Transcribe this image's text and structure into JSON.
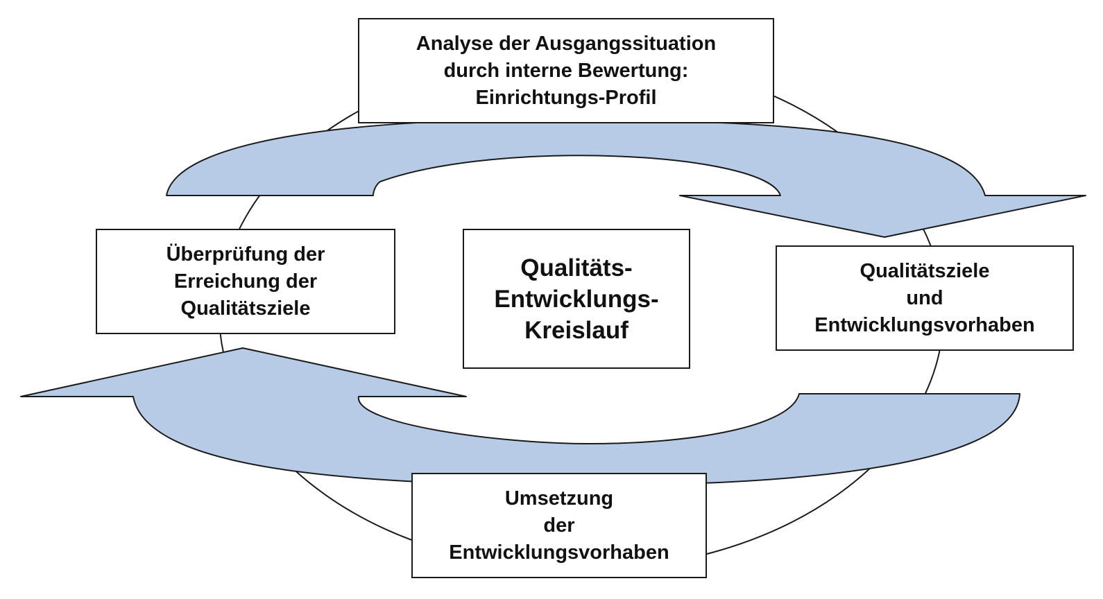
{
  "diagram": {
    "type": "cycle",
    "colors": {
      "arrow_fill": "#b8cbe6",
      "arrow_stroke": "#1a1a1a",
      "box_fill": "#ffffff",
      "box_border": "#1a1a1a",
      "text": "#111111"
    },
    "stages": {
      "top": {
        "lines": [
          "Analyse der Ausgangssituation",
          "durch interne Bewertung:",
          "Einrichtungs-Profil"
        ]
      },
      "right": {
        "lines": [
          "Qualitätsziele",
          "und",
          "Entwicklungsvorhaben"
        ]
      },
      "bottom": {
        "lines": [
          "Umsetzung",
          "der",
          "Entwicklungsvorhaben"
        ]
      },
      "left": {
        "lines": [
          "Überprüfung der",
          "Erreichung der",
          "Qualitätsziele"
        ]
      }
    },
    "center": {
      "lines": [
        "Qualitäts-",
        "Entwicklungs-",
        "Kreislauf"
      ]
    },
    "flow": [
      "top",
      "right",
      "bottom",
      "left",
      "top"
    ]
  }
}
